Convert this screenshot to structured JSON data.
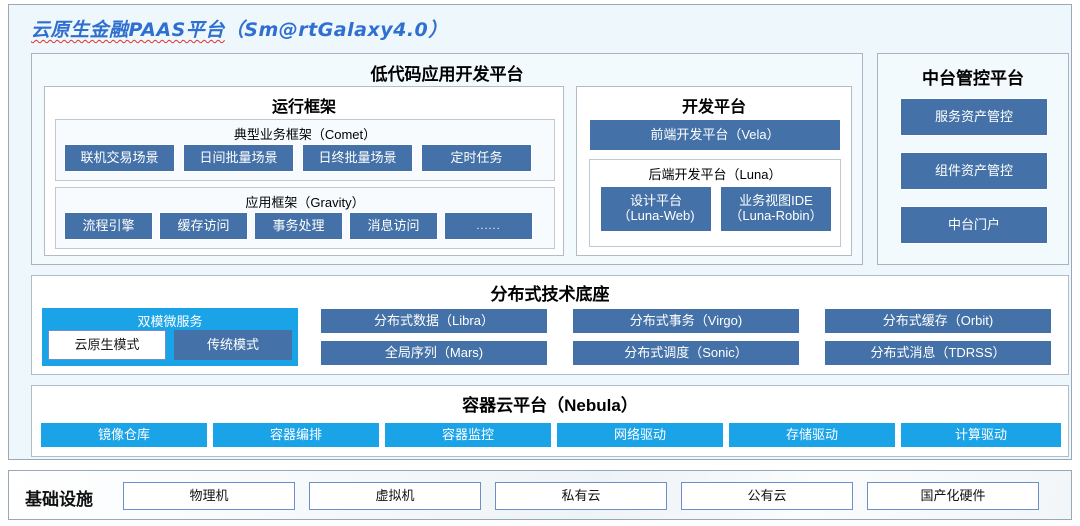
{
  "title": {
    "zh": "云原生金融PAAS平台",
    "en": "（Sm@rtGalaxy4.0）"
  },
  "low_code": {
    "header": "低代码应用开发平台",
    "runtime_framework": {
      "header": "运行框架",
      "comet": {
        "header": "典型业务框架（Comet）",
        "items": [
          "联机交易场景",
          "日间批量场景",
          "日终批量场景",
          "定时任务"
        ]
      },
      "gravity": {
        "header": "应用框架（Gravity）",
        "items": [
          "流程引擎",
          "缓存访问",
          "事务处理",
          "消息访问",
          "......"
        ]
      }
    },
    "dev_platform": {
      "header": "开发平台",
      "frontend": "前端开发平台（Vela）",
      "backend": {
        "header": "后端开发平台（Luna）",
        "items": [
          "设计平台\n（Luna-Web)",
          "业务视图IDE\n（Luna-Robin）"
        ]
      }
    }
  },
  "mid_platform": {
    "header": "中台管控平台",
    "items": [
      "服务资产管控",
      "组件资产管控",
      "中台门户"
    ]
  },
  "distributed_base": {
    "header": "分布式技术底座",
    "dual_mode": {
      "header": "双模微服务",
      "items": [
        "云原生模式",
        "传统模式"
      ]
    },
    "columns": [
      [
        "分布式数据（Libra）",
        "全局序列（Mars)"
      ],
      [
        "分布式事务（Virgo)",
        "分布式调度（Sonic）"
      ],
      [
        "分布式缓存（Orbit)",
        "分布式消息（TDRSS）"
      ]
    ]
  },
  "container_cloud": {
    "header": "容器云平台（Nebula）",
    "items": [
      "镜像仓库",
      "容器编排",
      "容器监控",
      "网络驱动",
      "存储驱动",
      "计算驱动"
    ]
  },
  "infrastructure": {
    "label": "基础设施",
    "items": [
      "物理机",
      "虚拟机",
      "私有云",
      "公有云",
      "国产化硬件"
    ]
  },
  "colors": {
    "steel_blue": "#4472a8",
    "cyan_blue": "#1ba3e8",
    "title_blue": "#2f6fd0",
    "spell_red": "#e03030",
    "panel_bg": "#eef7fb"
  }
}
